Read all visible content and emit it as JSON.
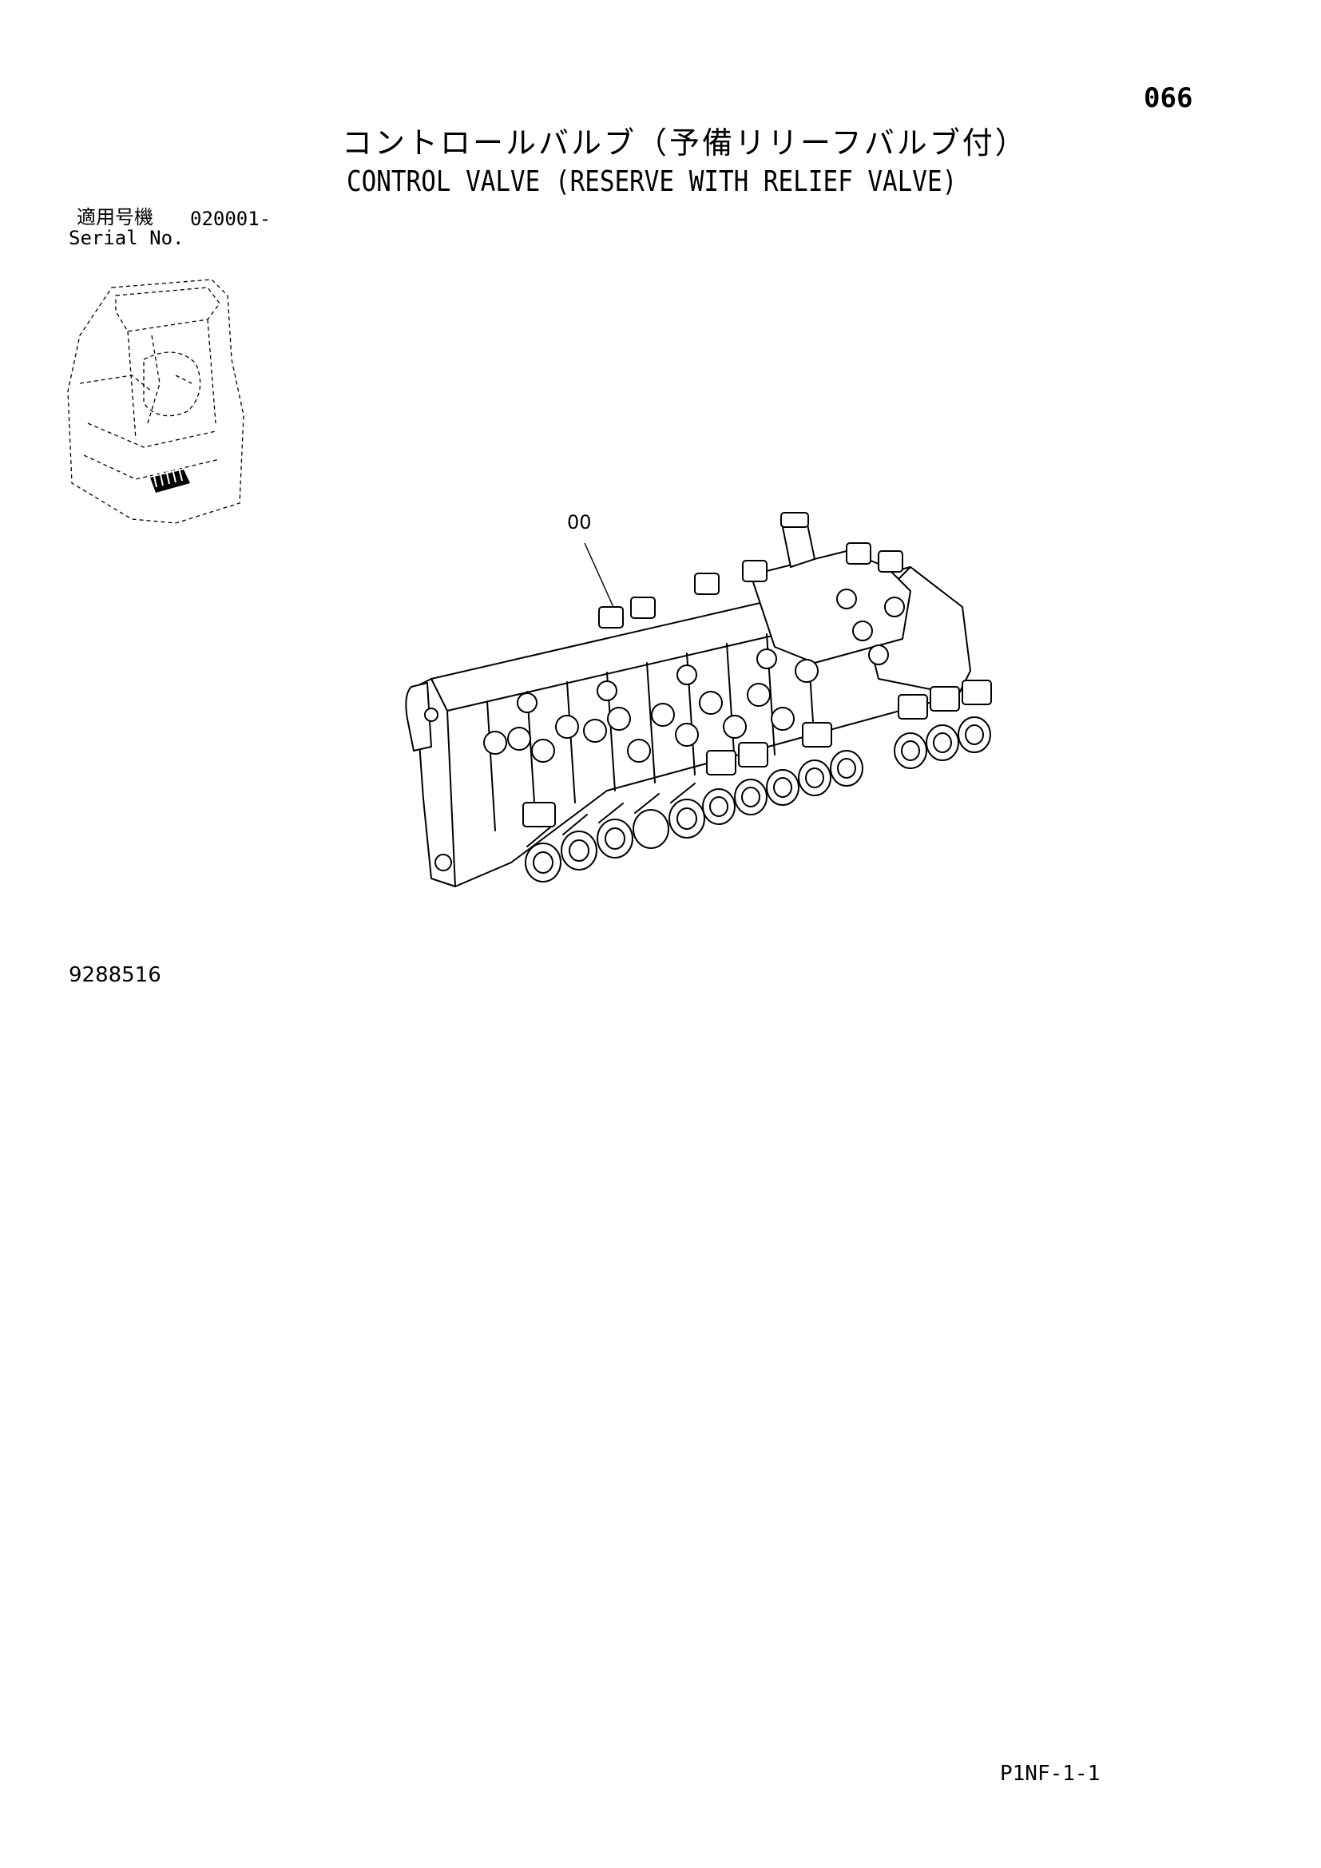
{
  "page": {
    "number": "066",
    "title_jp": "コントロールバルブ（予備リリーフバルブ付）",
    "title_en": "CONTROL VALVE (RESERVE WITH RELIEF VALVE)",
    "serial_label_jp": "適用号機",
    "serial_value": "020001-",
    "serial_label_en": "Serial No.",
    "callout": "00",
    "part_number": "9288516",
    "page_code": "P1NF-1-1"
  },
  "icons": {
    "machine_locator": "machine-location-icon",
    "valve_drawing": "control-valve-drawing"
  }
}
